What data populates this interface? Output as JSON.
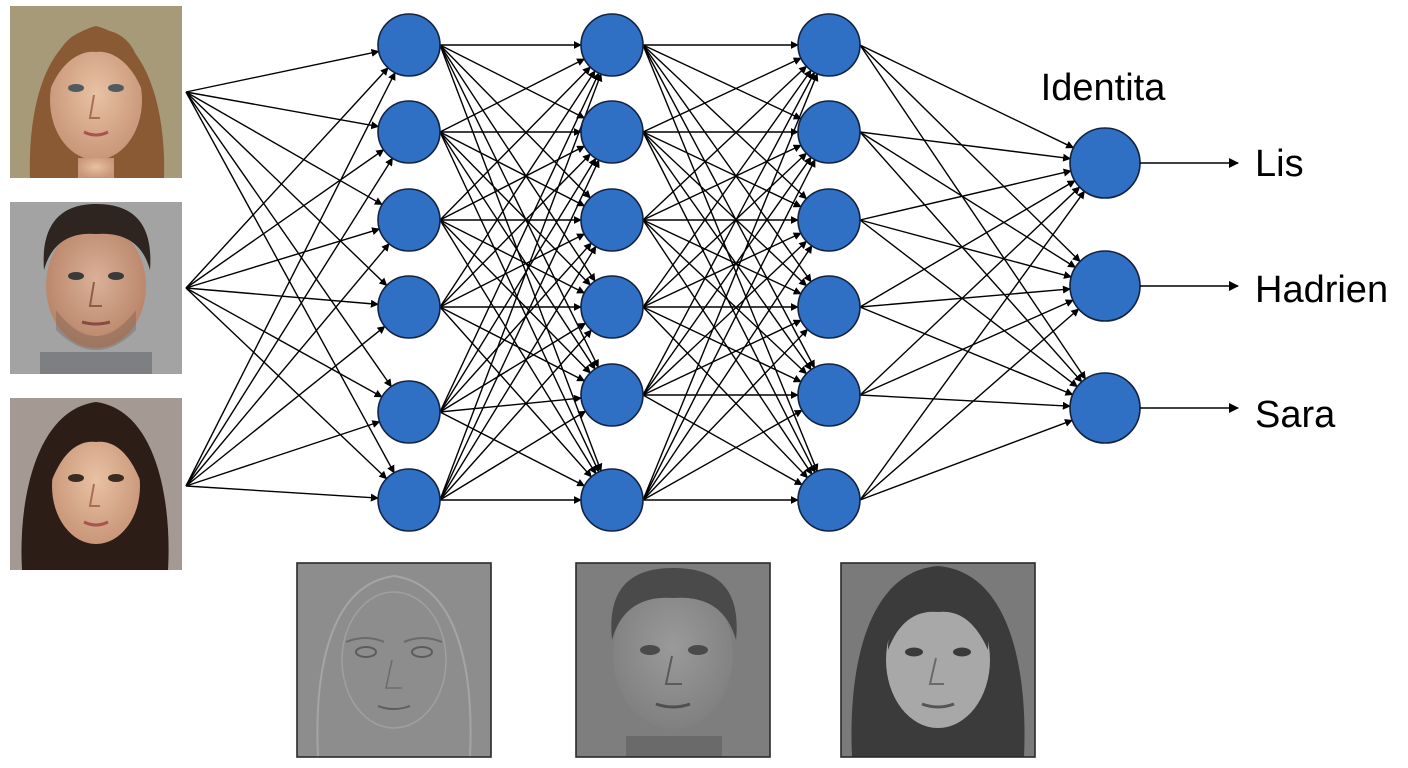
{
  "diagram": {
    "title": "Identita",
    "outputs": [
      {
        "label": "Lis"
      },
      {
        "label": "Hadrien"
      },
      {
        "label": "Sara"
      }
    ],
    "layers": [
      6,
      6,
      6,
      3
    ],
    "colors": {
      "node_fill": "#2f6fc4",
      "node_stroke": "#13233f",
      "edge": "#000000",
      "background": "#ffffff"
    },
    "input_images": [
      {
        "name": "woman-face-photo-1"
      },
      {
        "name": "man-face-photo"
      },
      {
        "name": "woman-face-photo-2"
      }
    ],
    "feature_images": [
      {
        "name": "edge-features-face"
      },
      {
        "name": "mid-level-features-face"
      },
      {
        "name": "high-level-features-face"
      }
    ]
  }
}
